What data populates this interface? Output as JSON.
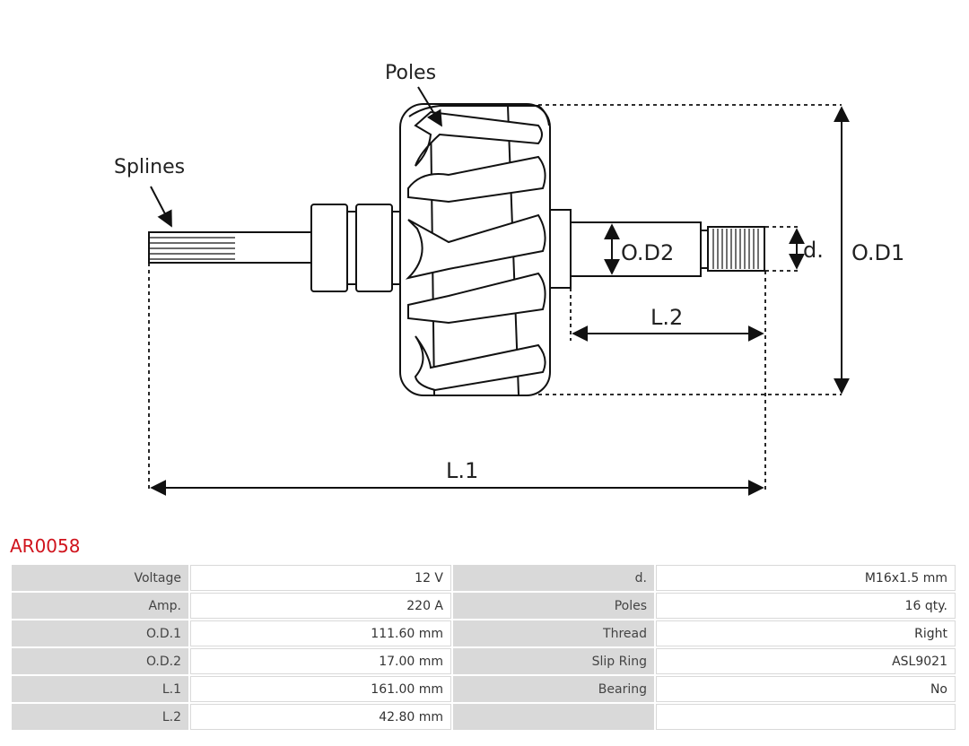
{
  "diagram": {
    "labels": {
      "poles": "Poles",
      "splines": "Splines",
      "od2": "O.D2",
      "d": "d.",
      "od1": "O.D1",
      "l2": "L.2",
      "l1": "L.1"
    }
  },
  "part_number": "AR0058",
  "specs": [
    {
      "label": "Voltage",
      "value": "12 V",
      "label2": "d.",
      "value2": "M16x1.5 mm"
    },
    {
      "label": "Amp.",
      "value": "220 A",
      "label2": "Poles",
      "value2": "16 qty."
    },
    {
      "label": "O.D.1",
      "value": "111.60 mm",
      "label2": "Thread",
      "value2": "Right"
    },
    {
      "label": "O.D.2",
      "value": "17.00 mm",
      "label2": "Slip Ring",
      "value2": "ASL9021"
    },
    {
      "label": "L.1",
      "value": "161.00 mm",
      "label2": "Bearing",
      "value2": "No"
    },
    {
      "label": "L.2",
      "value": "42.80 mm",
      "label2": "",
      "value2": ""
    }
  ]
}
